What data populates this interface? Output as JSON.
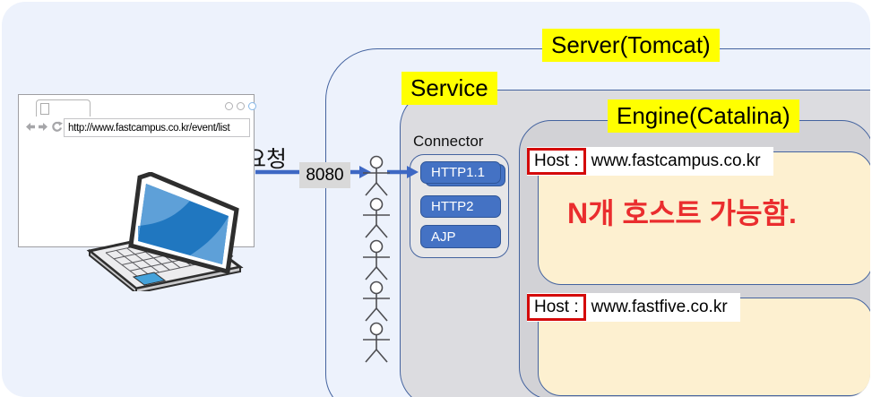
{
  "browser": {
    "url": "http://www.fastcampus.co.kr/event/list"
  },
  "request": {
    "label": "요청",
    "port": "8080"
  },
  "server": {
    "title": "Server(Tomcat)"
  },
  "service": {
    "title": "Service"
  },
  "connector": {
    "title": "Connector",
    "protocols": [
      "HTTP1.1",
      "HTTP2",
      "AJP"
    ]
  },
  "engine": {
    "title": "Engine(Catalina)",
    "hosts": [
      {
        "label": "Host :",
        "domain": "www.fastcampus.co.kr"
      },
      {
        "label": "Host :",
        "domain": "www.fastfive.co.kr"
      }
    ],
    "note": "N개 호스트 가능함."
  },
  "icons": {
    "back-arrow-icon": "left-triangle-arrow",
    "forward-arrow-icon": "right-triangle-arrow",
    "refresh-icon": "circular-arrow",
    "window-control-dot": "circle",
    "user-icon": "stick-figure",
    "laptop-icon": "laptop-illustration",
    "request-arrow-icon": "blue-right-arrow"
  },
  "colors": {
    "slide_background": "#edf2fc",
    "highlight_yellow": "#ffff00",
    "box_border_blue": "#44639f",
    "service_fill": "#dcdce0",
    "engine_fill": "#d2d2d6",
    "protocol_button_blue": "#4472c4",
    "host_fill_cream": "#fdf0d0",
    "host_label_border_red": "#d40a0a",
    "note_red": "#ea2d2e",
    "arrow_blue": "#3e68c4",
    "port_badge_gray": "#d9d9d9"
  }
}
